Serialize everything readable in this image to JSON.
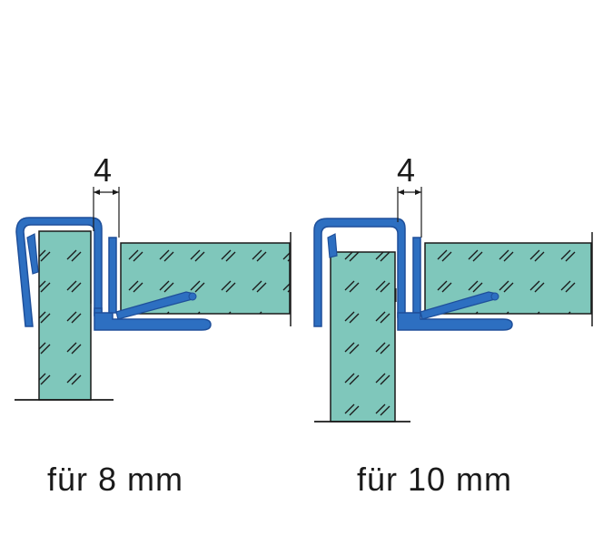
{
  "diagrams": [
    {
      "id": "left",
      "dimension": "4",
      "caption": "für 8 mm"
    },
    {
      "id": "right",
      "dimension": "4",
      "caption": "für 10 mm"
    }
  ],
  "colors": {
    "glass": "#7fc7bb",
    "seal": "#2d6fc1",
    "seal_dark": "#1e4f9a",
    "outline": "#1a1a1a",
    "hatch": "#1a1a1a",
    "background": "#ffffff"
  }
}
